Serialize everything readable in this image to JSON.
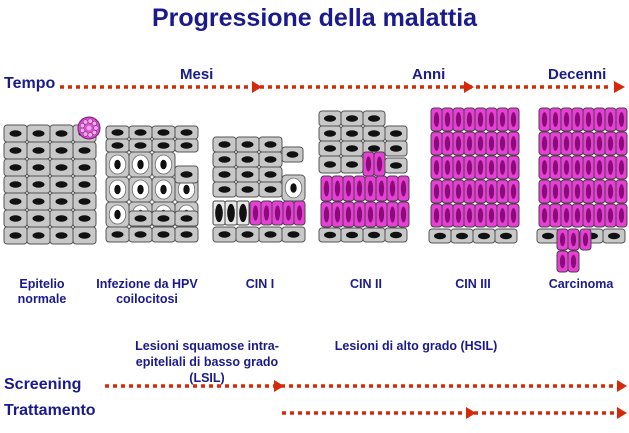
{
  "title": "Progressione della malattia",
  "timeline": {
    "label": "Tempo",
    "marks": [
      "Mesi",
      "Anni",
      "Decenni"
    ]
  },
  "stages": [
    {
      "label_line1": "Epitelio",
      "label_line2": "normale"
    },
    {
      "label_line1": "Infezione da HPV",
      "label_line2": "coilocitosi"
    },
    {
      "label_line1": "CIN I",
      "label_line2": ""
    },
    {
      "label_line1": "CIN II",
      "label_line2": ""
    },
    {
      "label_line1": "CIN III",
      "label_line2": ""
    },
    {
      "label_line1": "Carcinoma",
      "label_line2": ""
    }
  ],
  "grades": {
    "low": {
      "line1": "Lesioni squamose intra-",
      "line2": "epiteliali di basso grado",
      "line3": "(LSIL)"
    },
    "high": {
      "line1": "Lesioni di alto grado (HSIL)"
    }
  },
  "bottom_labels": {
    "screening": "Screening",
    "treatment": "Trattamento"
  },
  "colors": {
    "text": "#1a1a8c",
    "arrow": "#d42a0a",
    "normal_cell": "#c8c8c8",
    "lesion_cell": "#e83fd6",
    "nucleus": "#111111"
  }
}
